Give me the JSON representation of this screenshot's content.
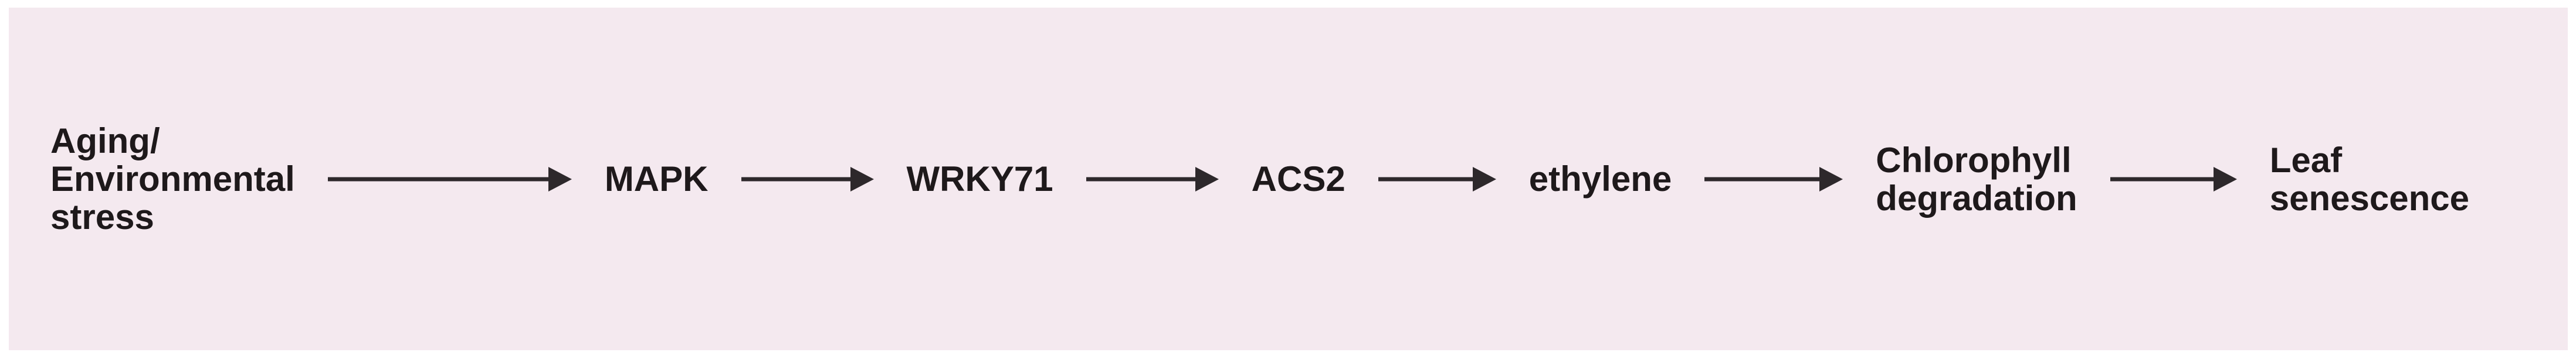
{
  "diagram": {
    "type": "pathway-flowchart",
    "colors": {
      "panel_background": "#f4e9ef",
      "text_color": "#1e191b",
      "arrow_color": "#2d282b",
      "page_background": "#ffffff"
    },
    "nodes": [
      {
        "id": "aging-environmental-stress",
        "label": "Aging/\nEnvironmental\nstress"
      },
      {
        "id": "mapk",
        "label": "MAPK"
      },
      {
        "id": "wrky71",
        "label": "WRKY71"
      },
      {
        "id": "acs2",
        "label": "ACS2"
      },
      {
        "id": "ethylene",
        "label": "ethylene"
      },
      {
        "id": "chlorophyll-degradation",
        "label": "Chlorophyll\ndegradation"
      },
      {
        "id": "leaf-senescence",
        "label": "Leaf\nsenescence"
      }
    ],
    "edges": [
      {
        "from": "aging-environmental-stress",
        "to": "mapk"
      },
      {
        "from": "mapk",
        "to": "wrky71"
      },
      {
        "from": "wrky71",
        "to": "acs2"
      },
      {
        "from": "acs2",
        "to": "ethylene"
      },
      {
        "from": "ethylene",
        "to": "chlorophyll-degradation"
      },
      {
        "from": "chlorophyll-degradation",
        "to": "leaf-senescence"
      }
    ]
  }
}
